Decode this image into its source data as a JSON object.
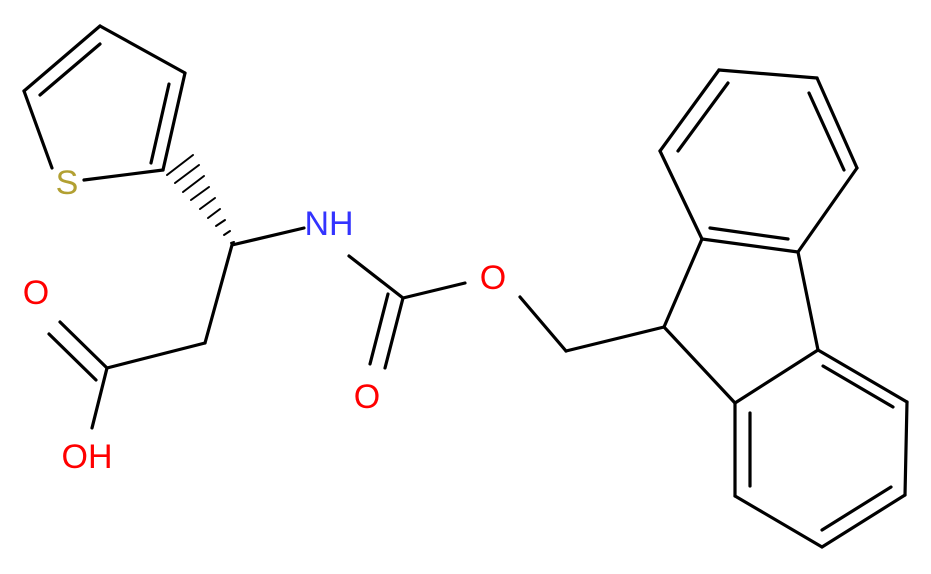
{
  "molecule": {
    "colors": {
      "bond": "#000000",
      "carbon": "#000000",
      "nitrogen": "#3333ff",
      "oxygen": "#ff0000",
      "sulfur": "#b2a032"
    },
    "atom_labels": {
      "sulfur": "S",
      "nitrogen_nh": "NH",
      "oxygen_ester": "O",
      "oxygen_carbonyl_carbamate": "O",
      "oxygen_carbonyl_acid": "O",
      "oxygen_hydroxyl": "OH"
    }
  }
}
